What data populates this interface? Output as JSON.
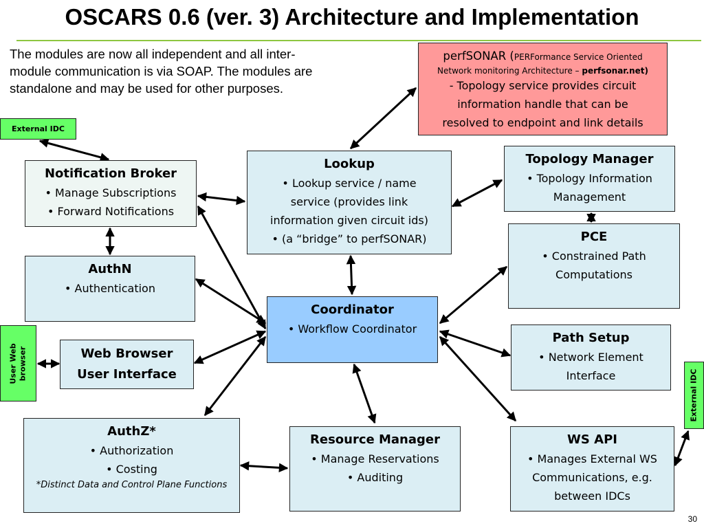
{
  "title": "OSCARS 0.6 (ver. 3) Architecture and Implementation",
  "intro": {
    "line1": "The modules are now all independent and all inter-",
    "line2": "module communication is via SOAP. The modules are",
    "line3": "standalone and may be used for other purposes."
  },
  "perfsonar": {
    "name": "perfSONAR (",
    "expansion": "PERFormance Service Oriented",
    "expansion2": "Network monitoring Architecture –",
    "url": "perfsonar.net)",
    "desc1": "- Topology service provides circuit",
    "desc2": "information handle that can be",
    "desc3": "resolved to endpoint and link details"
  },
  "external_idc_top": "External IDC",
  "external_idc_right": "External IDC",
  "user_web_browser": {
    "line1": "User Web",
    "line2": "browser"
  },
  "notification_broker": {
    "title": "Notification Broker",
    "item1": "• Manage Subscriptions",
    "item2": "• Forward Notifications"
  },
  "lookup": {
    "title": "Lookup",
    "item1": "• Lookup service / name",
    "item2": "service (provides link",
    "item3": "information given circuit ids)",
    "item4": "• (a “bridge” to perfSONAR)"
  },
  "topology_manager": {
    "title": "Topology Manager",
    "item1": "• Topology Information",
    "item2": "Management"
  },
  "pce": {
    "title": "PCE",
    "item1": "• Constrained Path",
    "item2": "Computations"
  },
  "authn": {
    "title": "AuthN",
    "item1": "• Authentication"
  },
  "coordinator": {
    "title": "Coordinator",
    "item1": "• Workflow Coordinator"
  },
  "web_browser_ui": {
    "line1": "Web Browser",
    "line2": "User Interface"
  },
  "path_setup": {
    "title": "Path Setup",
    "item1": "• Network Element",
    "item2": "Interface"
  },
  "authz": {
    "title": "AuthZ*",
    "item1": "• Authorization",
    "item2": "• Costing",
    "note": "*Distinct Data and Control Plane Functions"
  },
  "resource_manager": {
    "title": "Resource Manager",
    "item1": "• Manage Reservations",
    "item2": "• Auditing"
  },
  "ws_api": {
    "title": "WS API",
    "item1": "• Manages External WS",
    "item2": "Communications, e.g.",
    "item3": "between IDCs"
  },
  "page_number": "30",
  "colors": {
    "title_rule": "#8dc63f",
    "module_box": "#dbeef4",
    "coordinator_box": "#99ccff",
    "perfsonar_box": "#ff9999",
    "external_box": "#66ff66"
  }
}
